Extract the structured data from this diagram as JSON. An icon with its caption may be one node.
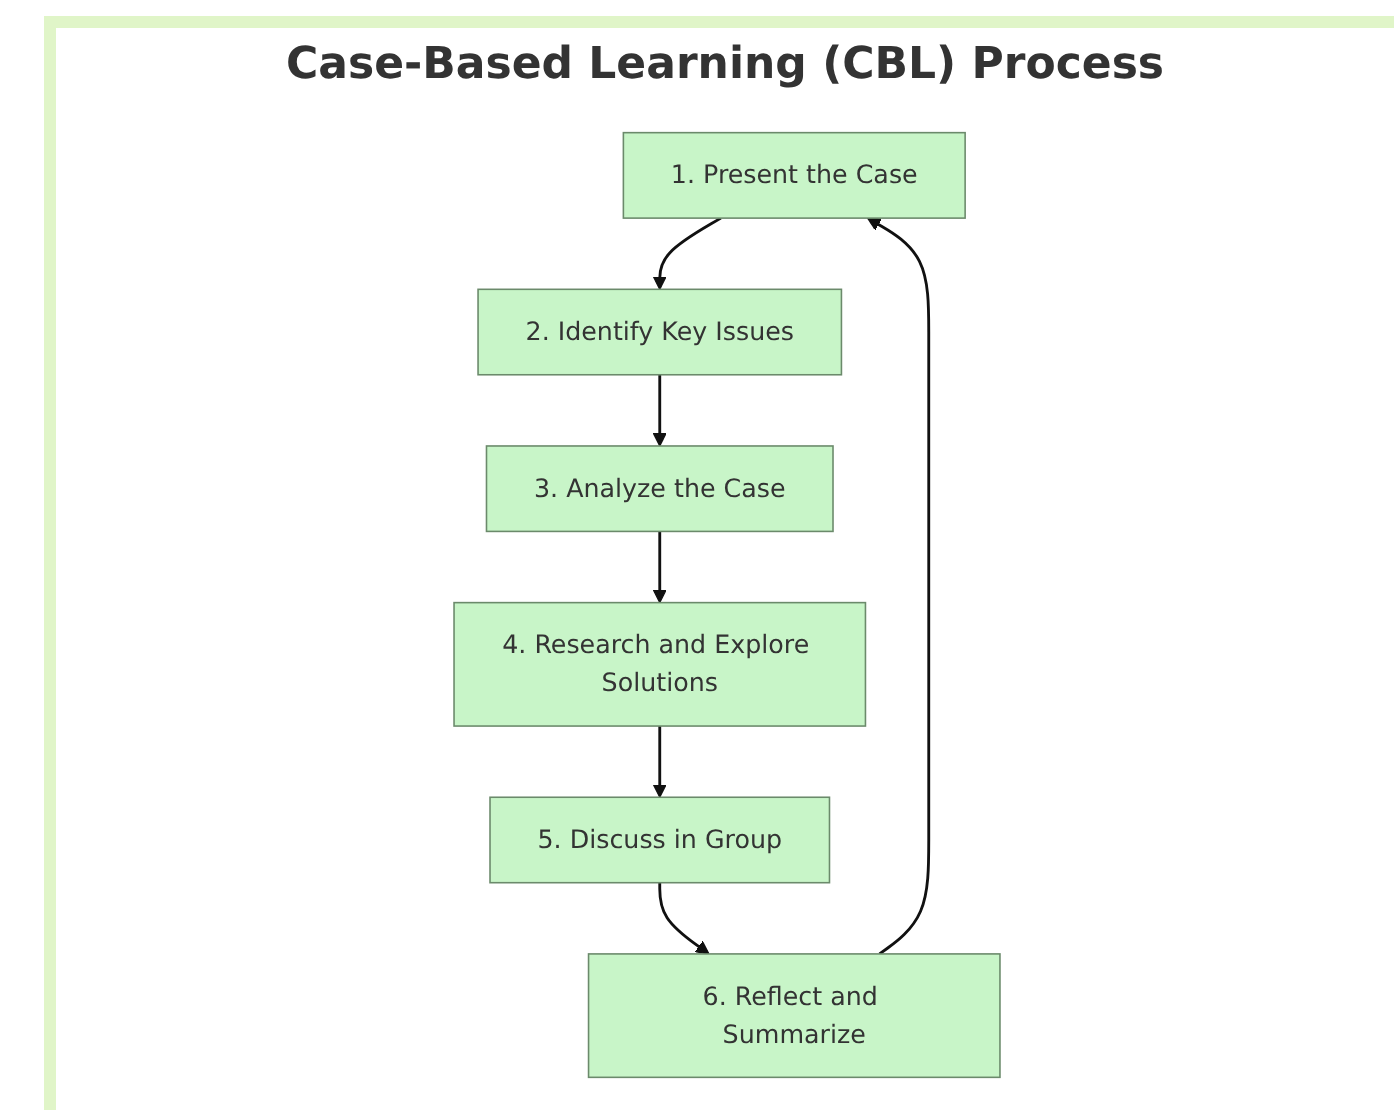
{
  "diagram": {
    "title": "Case-Based Learning (CBL) Process",
    "nodes": [
      {
        "text": [
          "1. Present the Case"
        ]
      },
      {
        "text": [
          "2. Identify Key Issues"
        ]
      },
      {
        "text": [
          "3. Analyze the Case"
        ]
      },
      {
        "text": [
          "4. Research and Explore Solutions"
        ]
      },
      {
        "text": [
          "5. Discuss in Group"
        ]
      },
      {
        "text": [
          "6. Reflect and Summarize"
        ]
      }
    ],
    "edges": [
      {
        "from": 0,
        "to": 1,
        "arrow": "to"
      },
      {
        "from": 1,
        "to": 2,
        "arrow": "to"
      },
      {
        "from": 2,
        "to": 3,
        "arrow": "to"
      },
      {
        "from": 3,
        "to": 4,
        "arrow": "to"
      },
      {
        "from": 4,
        "to": 5,
        "arrow": "to"
      },
      {
        "from": 5,
        "to": 0,
        "arrow": "to"
      }
    ]
  }
}
